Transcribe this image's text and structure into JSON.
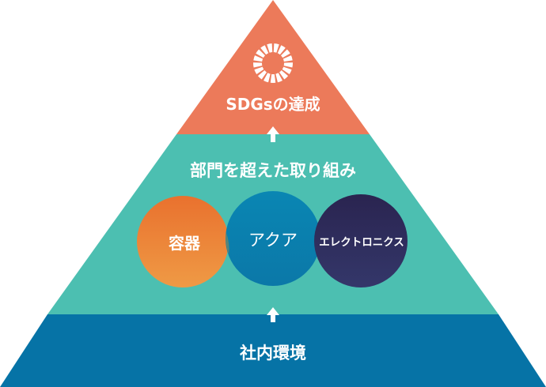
{
  "pyramid": {
    "top": {
      "label": "SDGsの達成",
      "color": "#ec7a5a"
    },
    "middle": {
      "label": "部門を超えた取り組み",
      "color": "#4cbfb1"
    },
    "bottom": {
      "label": "社内環境",
      "color": "#0673a6"
    }
  },
  "circles": [
    {
      "label": "容器",
      "color": "#ea7a38"
    },
    {
      "label": "アクア",
      "color": "#0a86b3"
    },
    {
      "label": "エレクトロニクス",
      "color": "#2c2a5a"
    }
  ],
  "icons": {
    "top": "sdg-wheel-icon",
    "arrows": "arrow-up-icon"
  }
}
